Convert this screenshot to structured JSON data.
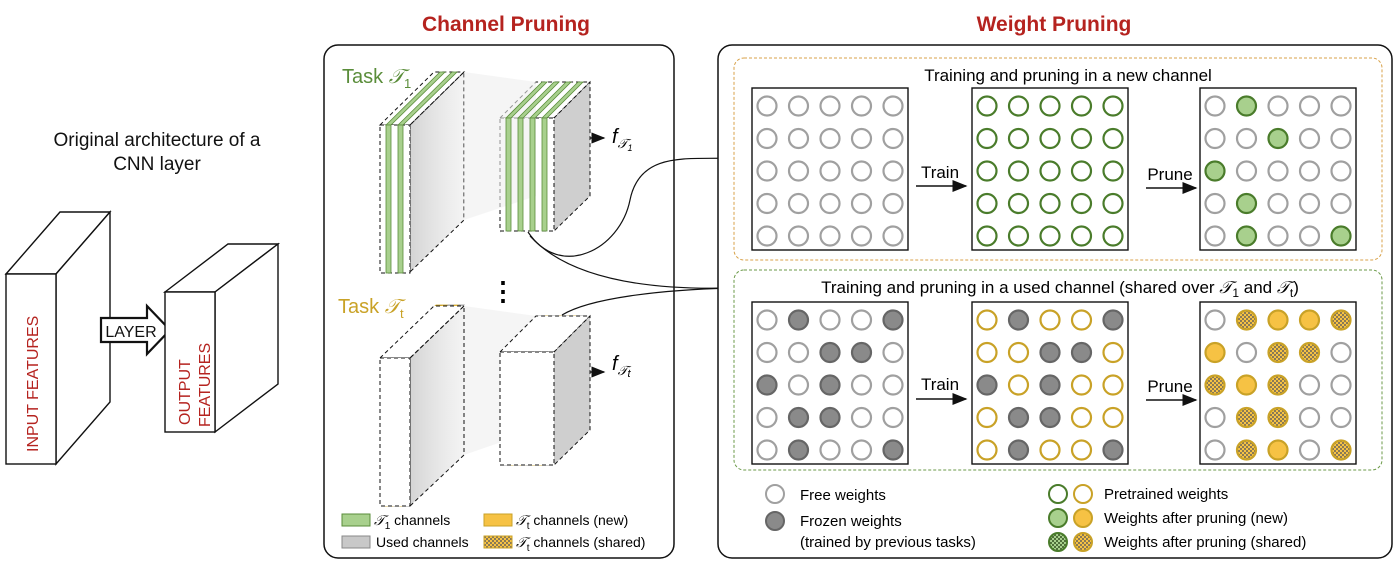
{
  "left": {
    "caption_line1": "Original architecture of a",
    "caption_line2": "CNN layer",
    "input_label": "INPUT FEATURES",
    "layer_label": "LAYER",
    "output_line1": "OUTPUT",
    "output_line2": "FEATURES"
  },
  "channel_pruning": {
    "title": "Channel Pruning",
    "task1_label": "Task",
    "task1_sym": "𝒯",
    "task1_sub": "1",
    "taskt_label": "Task",
    "taskt_sym": "𝒯",
    "taskt_sub": "t",
    "f1": "f",
    "f1_sub": "𝒯",
    "f1_subsub": "1",
    "ft": "f",
    "ft_sub": "𝒯",
    "ft_subsub": "t",
    "dots": "⋮",
    "legend": {
      "t1_sym": "𝒯",
      "t1_sub": "1",
      "t1_text": " channels",
      "used": "Used channels",
      "tt_new_sym": "𝒯",
      "tt_new_sub": "t",
      "tt_new_text": " channels (new)",
      "tt_shared_sym": "𝒯",
      "tt_shared_sub": "t",
      "tt_shared_text": " channels (shared)"
    }
  },
  "weight_pruning": {
    "title": "Weight Pruning",
    "new_channel_title": "Training and pruning in a new channel",
    "used_channel_title_a": "Training and pruning in a used channel (shared over ",
    "used_channel_sym1": "𝒯",
    "used_channel_sub1": "1",
    "used_channel_and": " and ",
    "used_channel_sym2": "𝒯",
    "used_channel_sub2": "t",
    "used_channel_close": ")",
    "train_label": "Train",
    "prune_label": "Prune",
    "legend": {
      "free": "Free weights",
      "frozen": "Frozen weights",
      "frozen_note": "(trained by previous tasks)",
      "pretrained": "Pretrained weights",
      "after_new": "Weights after pruning (new)",
      "after_shared": "Weights after pruning (shared)"
    }
  },
  "colors": {
    "title_red": "#b5231f",
    "green": "#4a7c2b",
    "green_fill": "#a8d08d",
    "gold": "#c9a227",
    "gold_fill": "#f6c244",
    "frozen": "#8a8a8a",
    "free": "#a0a0a0"
  },
  "grids": {
    "g1_before": [
      [
        "o",
        "o",
        "o",
        "o",
        "o"
      ],
      [
        "o",
        "o",
        "o",
        "o",
        "o"
      ],
      [
        "o",
        "o",
        "o",
        "o",
        "o"
      ],
      [
        "o",
        "o",
        "o",
        "o",
        "o"
      ],
      [
        "o",
        "o",
        "o",
        "o",
        "o"
      ]
    ],
    "g1_train": [
      [
        "pg",
        "pg",
        "pg",
        "pg",
        "pg"
      ],
      [
        "pg",
        "pg",
        "pg",
        "pg",
        "pg"
      ],
      [
        "pg",
        "pg",
        "pg",
        "pg",
        "pg"
      ],
      [
        "pg",
        "pg",
        "pg",
        "pg",
        "pg"
      ],
      [
        "pg",
        "pg",
        "pg",
        "pg",
        "pg"
      ]
    ],
    "g1_prune": [
      [
        "o",
        "ng",
        "o",
        "o",
        "o"
      ],
      [
        "o",
        "o",
        "ng",
        "o",
        "o"
      ],
      [
        "ng",
        "o",
        "o",
        "o",
        "o"
      ],
      [
        "o",
        "ng",
        "o",
        "o",
        "o"
      ],
      [
        "o",
        "ng",
        "o",
        "o",
        "ng"
      ]
    ],
    "g2_before": [
      [
        "o",
        "f",
        "o",
        "o",
        "f"
      ],
      [
        "o",
        "o",
        "f",
        "f",
        "o"
      ],
      [
        "f",
        "o",
        "f",
        "o",
        "o"
      ],
      [
        "o",
        "f",
        "f",
        "o",
        "o"
      ],
      [
        "o",
        "f",
        "o",
        "o",
        "f"
      ]
    ],
    "g2_train": [
      [
        "py",
        "f",
        "py",
        "py",
        "f"
      ],
      [
        "py",
        "py",
        "f",
        "f",
        "py"
      ],
      [
        "f",
        "py",
        "f",
        "py",
        "py"
      ],
      [
        "py",
        "f",
        "f",
        "py",
        "py"
      ],
      [
        "py",
        "f",
        "py",
        "py",
        "f"
      ]
    ],
    "g2_prune": [
      [
        "o",
        "s",
        "ny",
        "ny",
        "s"
      ],
      [
        "ny",
        "o",
        "s",
        "s",
        "o"
      ],
      [
        "s",
        "ny",
        "s",
        "o",
        "o"
      ],
      [
        "o",
        "s",
        "s",
        "o",
        "o"
      ],
      [
        "o",
        "s",
        "ny",
        "o",
        "s"
      ]
    ]
  }
}
